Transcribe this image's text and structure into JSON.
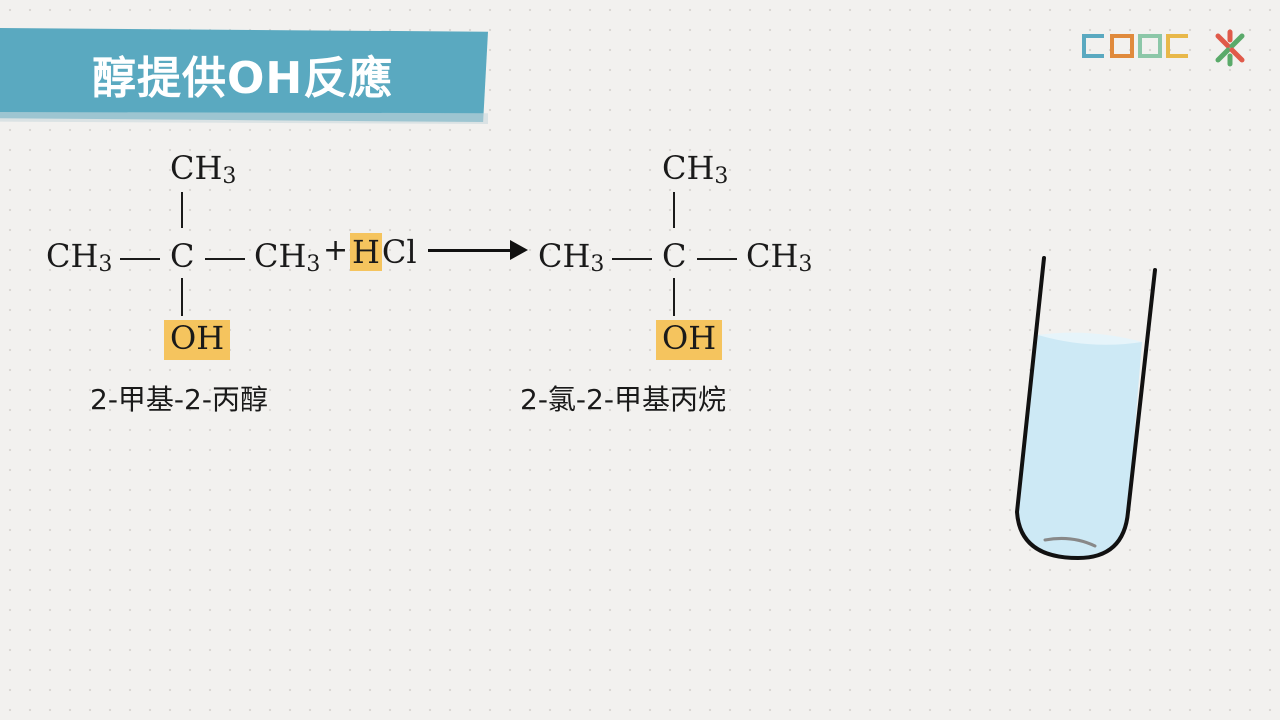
{
  "header": {
    "title": "醇提供OH反應"
  },
  "reactant": {
    "top_group": "CH",
    "left_group": "CH",
    "center": "C",
    "right_group": "CH",
    "bottom_group": "OH",
    "subscript": "3",
    "name": "2-甲基-2-丙醇"
  },
  "reagent": {
    "plus": "+",
    "h": "H",
    "cl": "Cl"
  },
  "product": {
    "top_group": "CH",
    "left_group": "CH",
    "center": "C",
    "right_group": "CH",
    "bottom_group": "OH",
    "subscript": "3",
    "name": "2-氯-2-甲基丙烷"
  },
  "colors": {
    "banner": "#5aa9c0",
    "highlight": "#f5c45e",
    "liquid": "#cde9f5"
  },
  "icons": [
    "logo-icon",
    "cross-logo-icon",
    "test-tube-icon",
    "arrow-icon"
  ]
}
